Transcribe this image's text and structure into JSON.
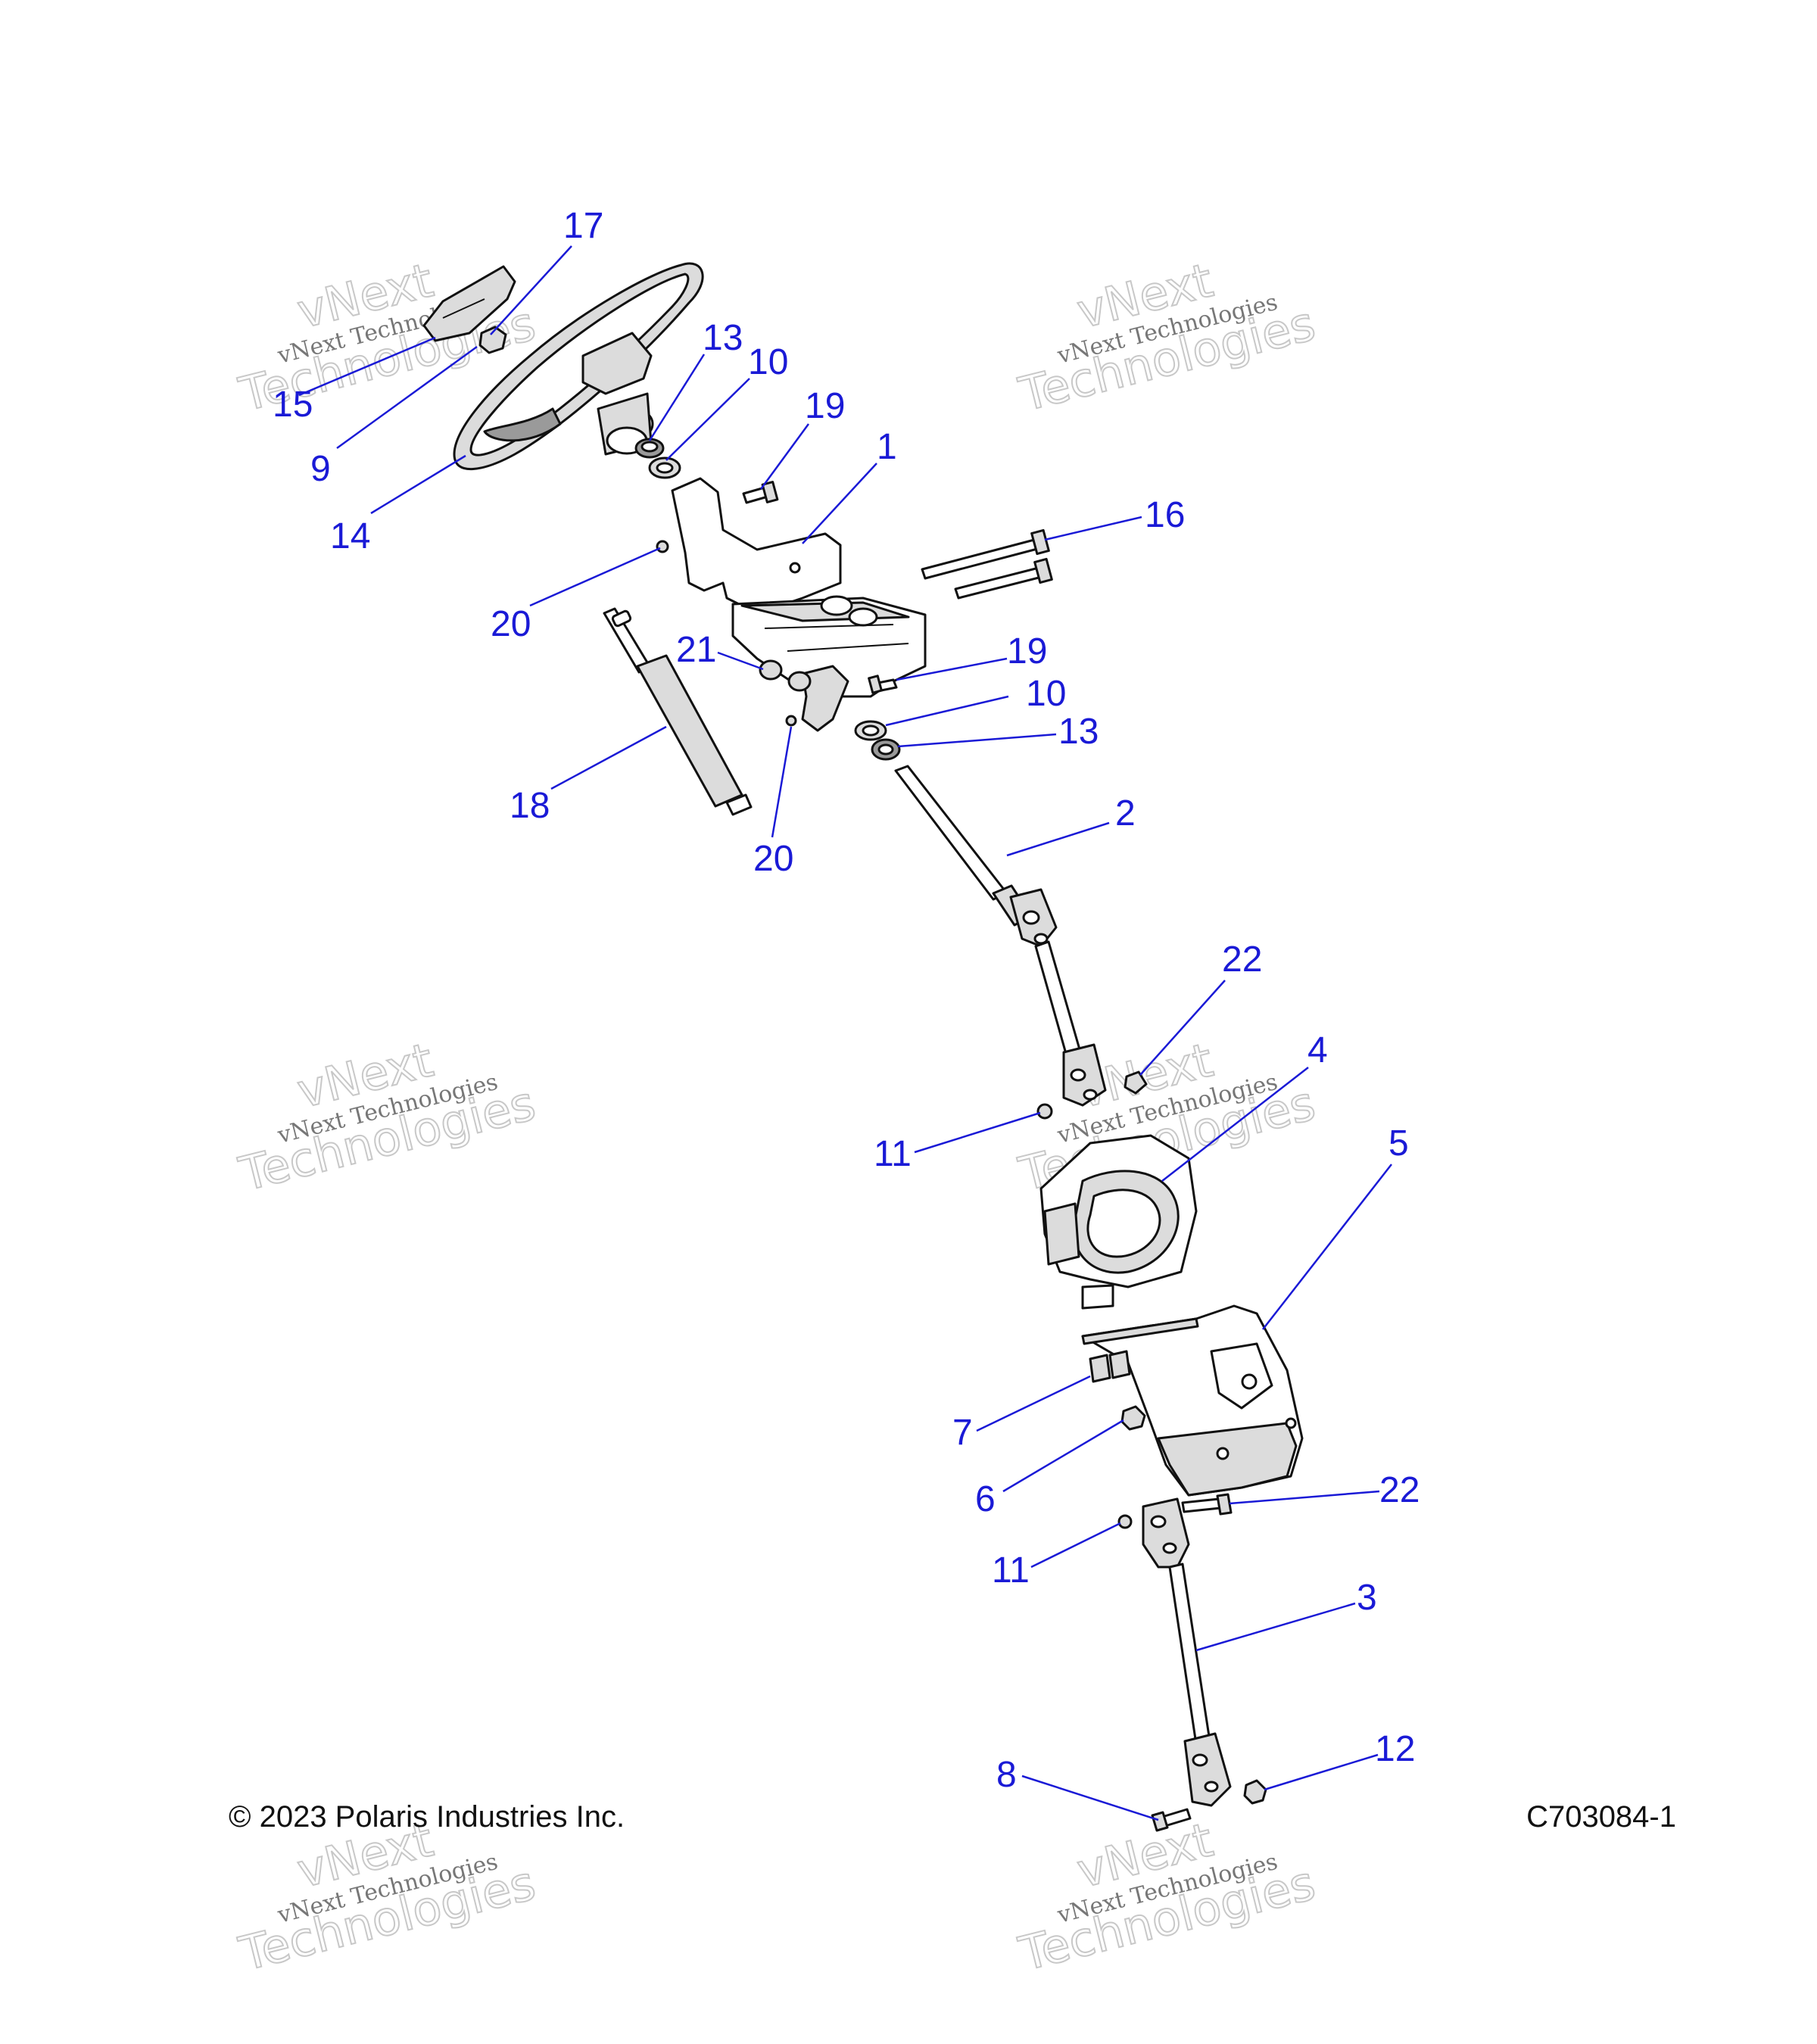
{
  "footer": {
    "copyright": "© 2023 Polaris Industries Inc.",
    "drawing_number": "C703084-1"
  },
  "watermark": {
    "line1": "vNext Technologies",
    "line2": "Technologies",
    "line3": "vNext"
  },
  "callouts": {
    "c17": "17",
    "c15": "15",
    "c9": "9",
    "c14": "14",
    "c13a": "13",
    "c10a": "10",
    "c19a": "19",
    "c1": "1",
    "c16": "16",
    "c20a": "20",
    "c21": "21",
    "c19b": "19",
    "c10b": "10",
    "c13b": "13",
    "c18": "18",
    "c20b": "20",
    "c2": "2",
    "c22a": "22",
    "c4": "4",
    "c11a": "11",
    "c5": "5",
    "c7": "7",
    "c6": "6",
    "c22b": "22",
    "c11b": "11",
    "c3": "3",
    "c12": "12",
    "c8": "8"
  },
  "colors": {
    "callout": "#1a1ad6",
    "line_art": "#111111"
  }
}
